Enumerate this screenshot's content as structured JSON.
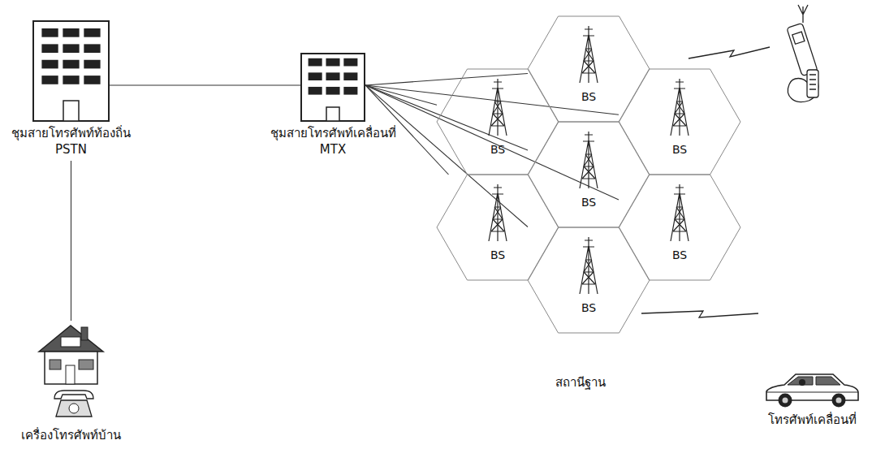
{
  "diagram": {
    "nodes": [
      {
        "text": [
          "ชุมสายโทรศัพท์ท้องถิ่น",
          "PSTN"
        ]
      },
      {
        "text": [
          "ชุมสายโทรศัพท์เคลื่อนที่",
          "MTX"
        ]
      },
      {
        "text": [
          "เครื่องโทรศัพท์บ้าน"
        ]
      },
      {
        "text": [
          "BS"
        ]
      },
      {
        "text": [
          "BS"
        ]
      },
      {
        "text": [
          "BS"
        ]
      },
      {
        "text": [
          "BS"
        ]
      },
      {
        "text": [
          "BS"
        ]
      },
      {
        "text": [
          "BS"
        ]
      },
      {
        "text": [
          "BS"
        ]
      },
      {
        "text": [
          "โทรศัพท์เคลื่อนที่"
        ]
      }
    ],
    "edges": [
      {
        "from": 0,
        "to": 1,
        "arrow": "none"
      },
      {
        "from": 0,
        "to": 2,
        "arrow": "none"
      },
      {
        "from": 1,
        "to": 3,
        "arrow": "none"
      },
      {
        "from": 1,
        "to": 4,
        "arrow": "none"
      },
      {
        "from": 1,
        "to": 5,
        "arrow": "none"
      },
      {
        "from": 1,
        "to": 6,
        "arrow": "none"
      },
      {
        "from": 1,
        "to": 7,
        "arrow": "none"
      },
      {
        "from": 1,
        "to": 8,
        "arrow": "none"
      },
      {
        "from": 1,
        "to": 9,
        "arrow": "none"
      }
    ],
    "labels": [
      "สถานีฐาน"
    ]
  }
}
